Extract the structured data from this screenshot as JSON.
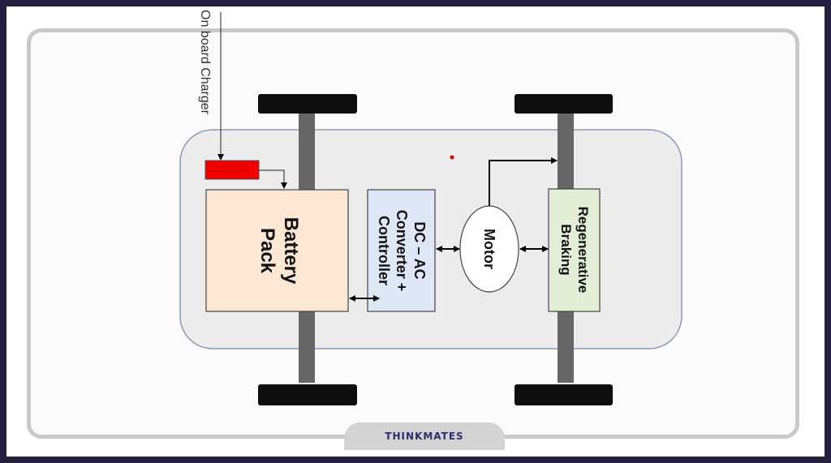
{
  "diagram": {
    "onboard_charger_label": "On board Charger",
    "battery_label_line1": "Battery",
    "battery_label_line2": "Pack",
    "converter_line1": "DC – AC",
    "converter_line2": "Converter +",
    "converter_line3": "Controller",
    "motor_label": "Motor",
    "regen_line1": "Regenerative",
    "regen_line2": "Braking"
  },
  "brand": {
    "name": "THINKMATES"
  },
  "colors": {
    "background": "#23213f",
    "battery_fill": "#fce6d4",
    "converter_fill": "#dde7f5",
    "regen_fill": "#e2efd6",
    "charger_fill": "#ee0000",
    "axle": "#666666",
    "wheel": "#0e0e0e"
  }
}
